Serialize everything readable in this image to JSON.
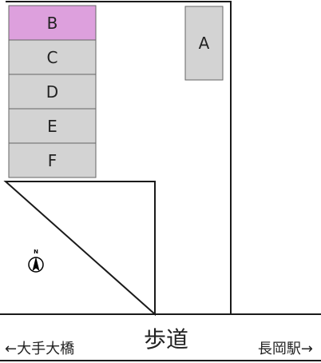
{
  "lot": {
    "spaces": [
      {
        "id": "space-a",
        "label": "A",
        "status": "open"
      },
      {
        "id": "space-b",
        "label": "B",
        "status": "highlighted"
      },
      {
        "id": "space-c",
        "label": "C",
        "status": "open"
      },
      {
        "id": "space-d",
        "label": "D",
        "status": "open"
      },
      {
        "id": "space-e",
        "label": "E",
        "status": "open"
      },
      {
        "id": "space-f",
        "label": "F",
        "status": "open"
      }
    ]
  },
  "colors": {
    "space_fill": "#d3d3d3",
    "space_highlight": "#dda0dd",
    "space_stroke": "#666666",
    "line": "#1a1a1a"
  },
  "compass": {
    "north_label": "N",
    "icon": "compass-north-icon"
  },
  "road": {
    "walkway_label": "歩道",
    "west_label": "←大手大橋",
    "east_label": "長岡駅→"
  }
}
